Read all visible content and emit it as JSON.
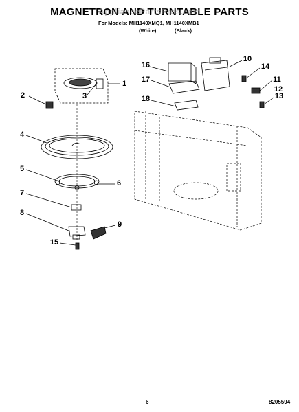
{
  "header": {
    "title": "MAGNETRON AND TURNTABLE PARTS",
    "watermark": "AppliancePartsPros.com",
    "models": "For Models: MH1140XMQ1, MH1140XMB1",
    "variant_white": "(White)",
    "variant_black": "(Black)"
  },
  "callouts": [
    "1",
    "2",
    "3",
    "4",
    "5",
    "6",
    "7",
    "8",
    "9",
    "10",
    "11",
    "12",
    "13",
    "14",
    "15",
    "16",
    "17",
    "18"
  ],
  "footer": {
    "page_number": "6",
    "doc_number": "8205594"
  }
}
